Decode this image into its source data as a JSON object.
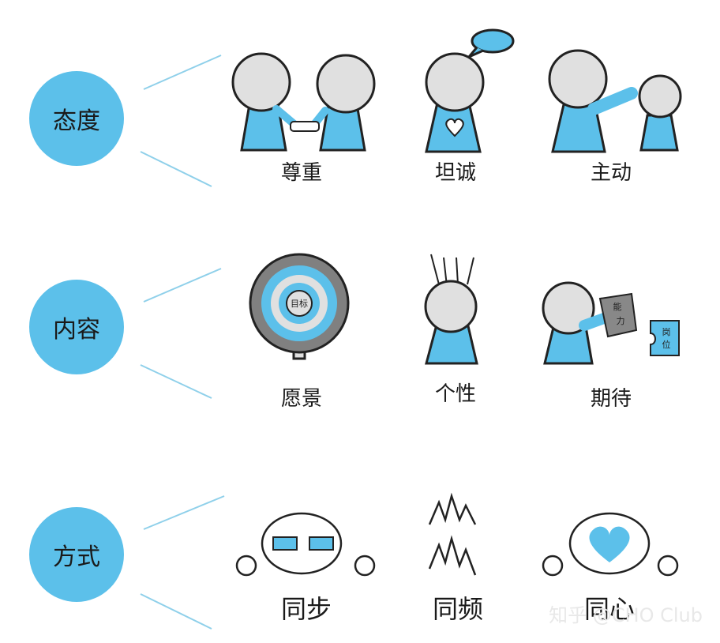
{
  "rows": [
    {
      "category": "态度",
      "items": [
        "尊重",
        "坦诚",
        "主动"
      ]
    },
    {
      "category": "内容",
      "items": [
        "愿景",
        "个性",
        "期待"
      ]
    },
    {
      "category": "方式",
      "items": [
        "同步",
        "同频",
        "同心"
      ]
    }
  ],
  "icon_text": {
    "target_center": "目标",
    "puzzle_left_1": "能",
    "puzzle_left_2": "力",
    "puzzle_right_1": "岗",
    "puzzle_right_2": "位"
  },
  "watermark": "知乎 @CHO Club",
  "colors": {
    "accent": "#5cc0ea",
    "line": "#8fd0ea",
    "head": "#e0e0e0",
    "dark": "#222222"
  }
}
